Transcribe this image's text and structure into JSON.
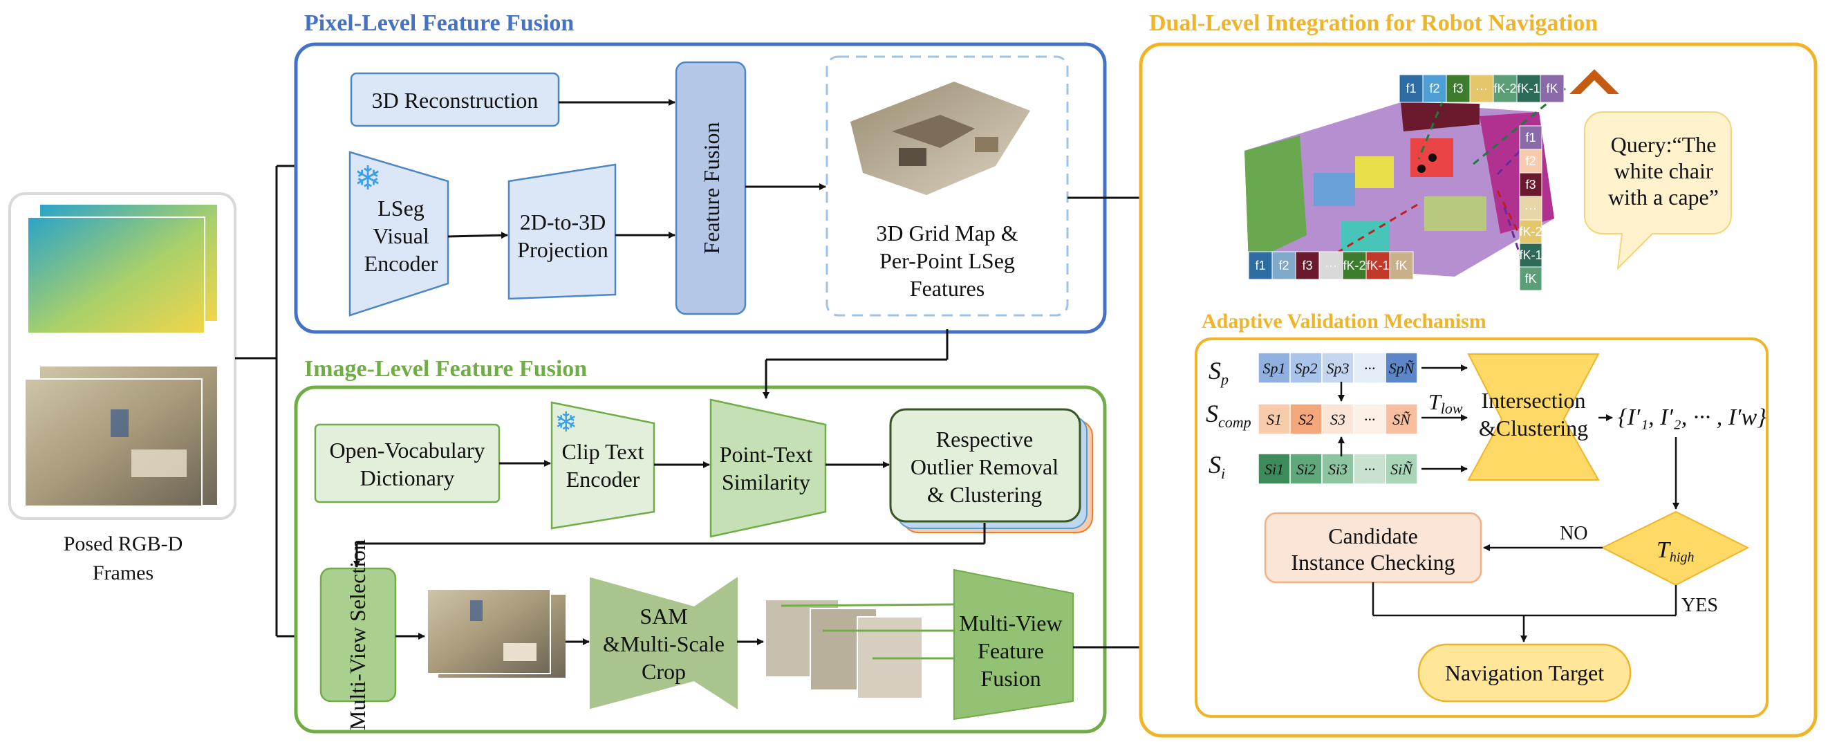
{
  "left": {
    "caption_line1": "Posed RGB-D",
    "caption_line2": "Frames"
  },
  "pixel": {
    "title": "Pixel-Level Feature Fusion",
    "recon": "3D Reconstruction",
    "lseg1": "LSeg",
    "lseg2": "Visual",
    "lseg3": "Encoder",
    "proj1": "2D-to-3D",
    "proj2": "Projection",
    "fusion": "Feature Fusion",
    "grid1": "3D Grid Map &",
    "grid2": "Per-Point LSeg",
    "grid3": "Features"
  },
  "image": {
    "title": "Image-Level Feature Fusion",
    "dict1": "Open-Vocabulary",
    "dict2": "Dictionary",
    "clip1": "Clip Text",
    "clip2": "Encoder",
    "pts1": "Point-Text",
    "pts2": "Similarity",
    "out1": "Respective",
    "out2": "Outlier Removal",
    "out3": "& Clustering",
    "mv": "Multi-View Selection",
    "sam1": "SAM",
    "sam2": "&Multi-Scale",
    "sam3": "Crop",
    "mvf1": "Multi-View",
    "mvf2": "Feature",
    "mvf3": "Fusion"
  },
  "dual": {
    "title": "Dual-Level Integration for Robot Navigation",
    "query1": "Query:“The",
    "query2": "white chair",
    "query3": "with a cape”",
    "chips_top": [
      "f1",
      "f2",
      "f3",
      "···",
      "fK-2",
      "fK-1",
      "fK"
    ],
    "chips_bottom": [
      "f1",
      "f2",
      "f3",
      "···",
      "fK-2",
      "fK-1",
      "fK"
    ],
    "chips_side": [
      "f1",
      "f2",
      "f3",
      "···",
      "fK-2",
      "fK-1",
      "fK"
    ]
  },
  "avm": {
    "title": "Adaptive Validation Mechanism",
    "sp": "S",
    "sp_sub": "p",
    "scomp": "S",
    "scomp_sub": "comp",
    "si": "S",
    "si_sub": "i",
    "row_p": [
      "Sp1",
      "Sp2",
      "Sp3",
      "···",
      "SpÑ"
    ],
    "row_comp": [
      "S1",
      "S2",
      "S3",
      "···",
      "SÑ"
    ],
    "row_i": [
      "Si1",
      "Si2",
      "Si3",
      "···",
      "SiÑ"
    ],
    "tlow": "T",
    "tlow_sub": "low",
    "inter1": "Intersection",
    "inter2": "&Clustering",
    "result": "{I′₁, I′₂, ··· , I′w}",
    "thigh": "T",
    "thigh_sub": "high",
    "no": "NO",
    "yes": "YES",
    "cand1": "Candidate",
    "cand2": "Instance Checking",
    "nav": "Navigation Target"
  },
  "colors": {
    "pixel": "#4472c4",
    "image": "#70ad47",
    "dual": "#f0b429",
    "arrow_mark": "#c55a11"
  }
}
